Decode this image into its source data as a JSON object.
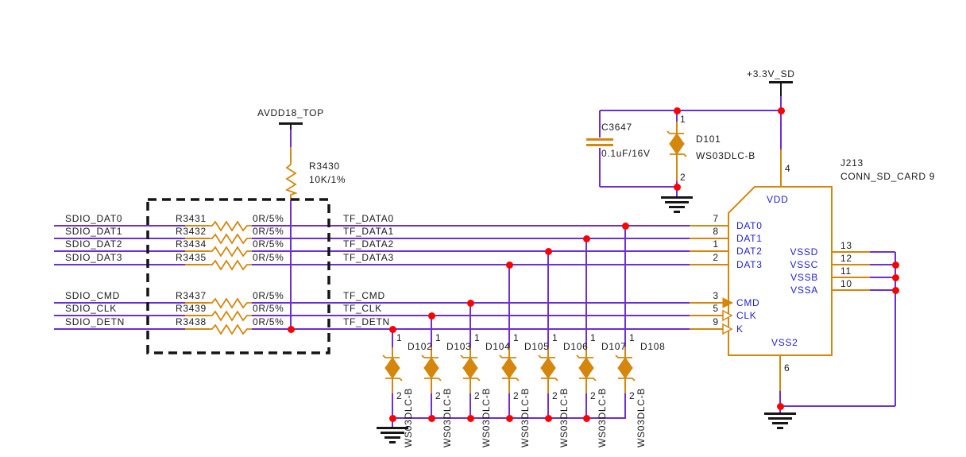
{
  "colors": {
    "wire": "#6b2fd6",
    "component": "#d4860d",
    "junction": "#ff0000",
    "pin_text": "#2121d1",
    "text": "#1a1a1a",
    "black": "#161616"
  },
  "left_nets": [
    {
      "net": "SDIO_DAT0",
      "res_ref": "R3431",
      "res_val": "0R/5%",
      "tf_net": "TF_DATA0",
      "pin_num": "7",
      "pin_name": "DAT0"
    },
    {
      "net": "SDIO_DAT1",
      "res_ref": "R3432",
      "res_val": "0R/5%",
      "tf_net": "TF_DATA1",
      "pin_num": "8",
      "pin_name": "DAT1"
    },
    {
      "net": "SDIO_DAT2",
      "res_ref": "R3434",
      "res_val": "0R/5%",
      "tf_net": "TF_DATA2",
      "pin_num": "1",
      "pin_name": "DAT2"
    },
    {
      "net": "SDIO_DAT3",
      "res_ref": "R3435",
      "res_val": "0R/5%",
      "tf_net": "TF_DATA3",
      "pin_num": "2",
      "pin_name": "DAT3"
    },
    {
      "net": "SDIO_CMD",
      "res_ref": "R3437",
      "res_val": "0R/5%",
      "tf_net": "TF_CMD",
      "pin_num": "3",
      "pin_name": "CMD"
    },
    {
      "net": "SDIO_CLK",
      "res_ref": "R3439",
      "res_val": "0R/5%",
      "tf_net": "TF_CLK",
      "pin_num": "5",
      "pin_name": "CLK"
    },
    {
      "net": "SDIO_DETN",
      "res_ref": "R3438",
      "res_val": "0R/5%",
      "tf_net": "TF_DETN",
      "pin_num": "9",
      "pin_name": "K"
    }
  ],
  "pullup": {
    "rail": "AVDD18_TOP",
    "ref": "R3430",
    "val": "10K/1%"
  },
  "supply": {
    "rail": "+3.3V_SD"
  },
  "bypass_cap": {
    "ref": "C3647",
    "val": "0.1uF/16V"
  },
  "tvs_vdd": {
    "ref": "D101",
    "part": "WS03DLC-B",
    "pin1": "1",
    "pin2": "2"
  },
  "tvs_clamps": [
    {
      "ref": "D102",
      "part": "WS03DLC-B",
      "pin1": "1",
      "pin2": "2"
    },
    {
      "ref": "D103",
      "part": "WS03DLC-B",
      "pin1": "1",
      "pin2": "2"
    },
    {
      "ref": "D104",
      "part": "WS03DLC-B",
      "pin1": "1",
      "pin2": "2"
    },
    {
      "ref": "D105",
      "part": "WS03DLC-B",
      "pin1": "1",
      "pin2": "2"
    },
    {
      "ref": "D106",
      "part": "WS03DLC-B",
      "pin1": "1",
      "pin2": "2"
    },
    {
      "ref": "D107",
      "part": "WS03DLC-B",
      "pin1": "1",
      "pin2": "2"
    },
    {
      "ref": "D108",
      "part": "WS03DLC-B",
      "pin1": "1",
      "pin2": "2"
    }
  ],
  "connector": {
    "ref": "J213",
    "part": "CONN_SD_CARD 9",
    "vdd": {
      "num": "4",
      "name": "VDD"
    },
    "vss2": {
      "num": "6",
      "name": "VSS2"
    },
    "right_pins": [
      {
        "num": "13",
        "name": "VSSD"
      },
      {
        "num": "12",
        "name": "VSSC"
      },
      {
        "num": "11",
        "name": "VSSB"
      },
      {
        "num": "10",
        "name": "VSSA"
      }
    ]
  }
}
